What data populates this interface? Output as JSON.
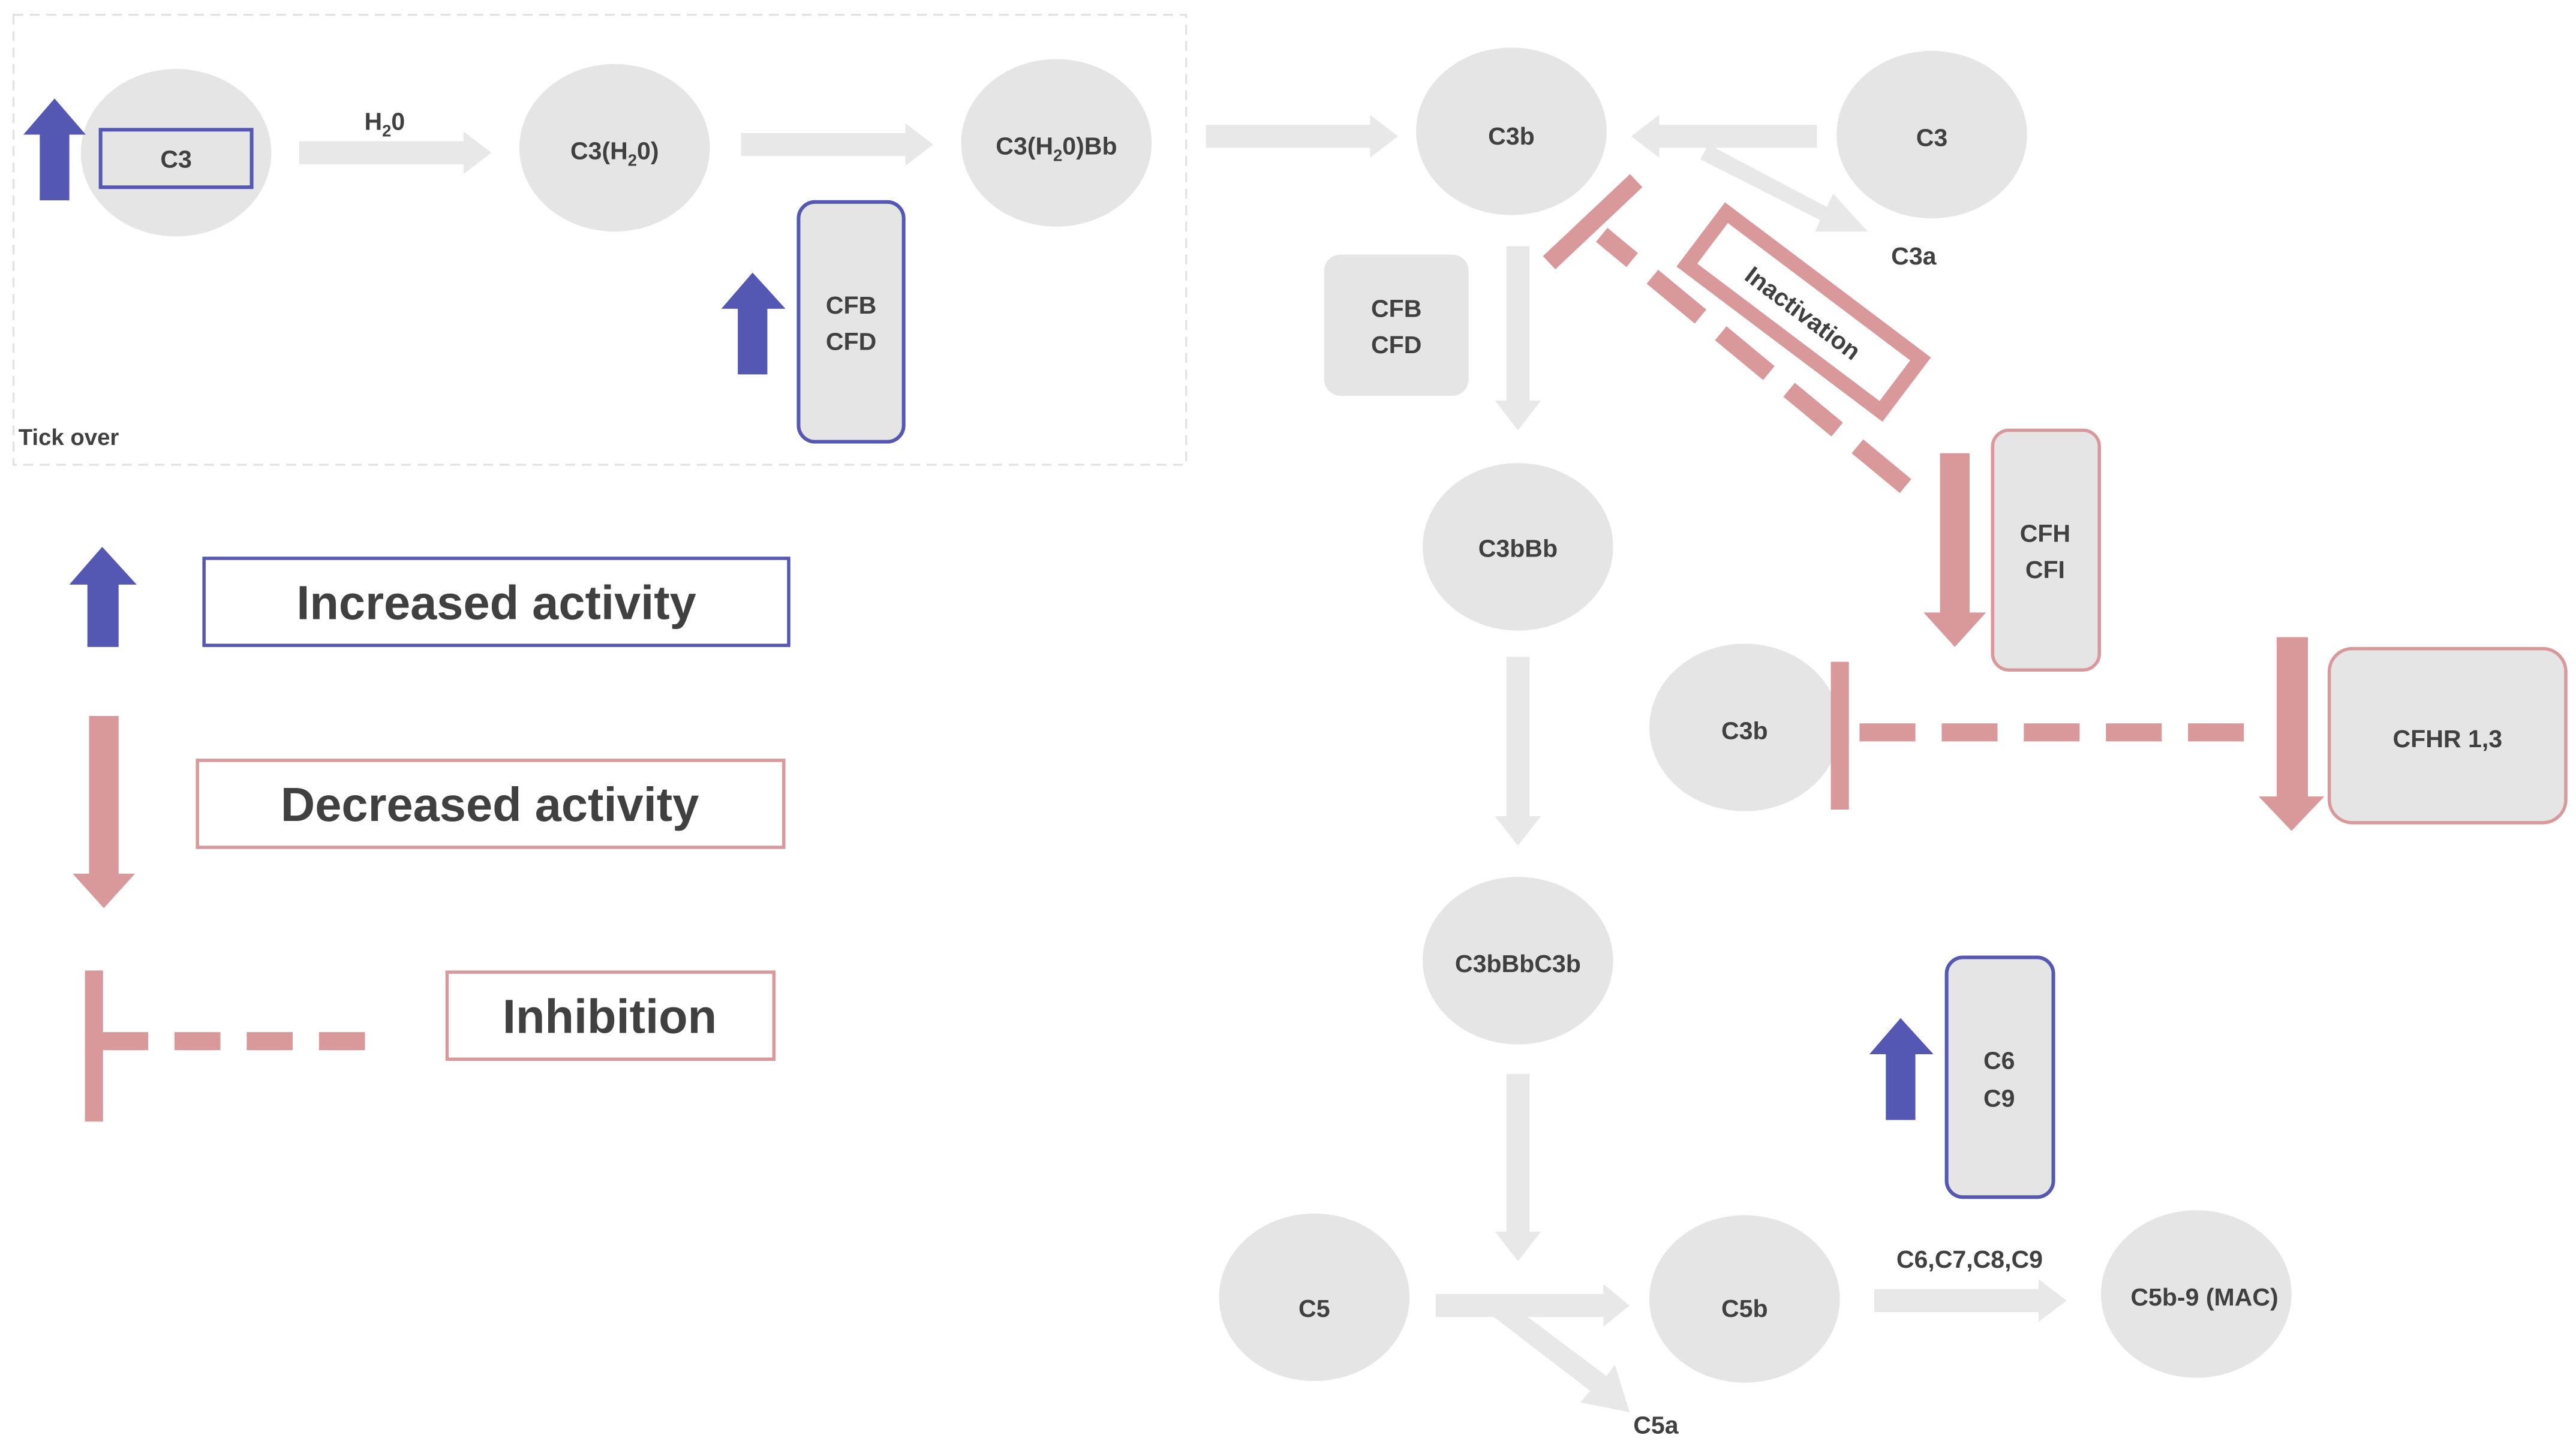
{
  "colors": {
    "node_fill": "#e5e5e5",
    "node_text": "#404040",
    "increase": "#5558b3",
    "decrease": "#d9999b",
    "arrow_gray": "#e5e5e5"
  },
  "tick_over_label": "Tick over",
  "nodes": {
    "c3_tick": "C3",
    "h2o_label": "H",
    "h2o_sub": "2",
    "h2o_end": "0",
    "c3h2o_a": "C3(H",
    "c3h2o_sub": "2",
    "c3h2o_b": "0)",
    "c3h2obb_a": "C3(H",
    "c3h2obb_sub": "2",
    "c3h2obb_b": "0)Bb",
    "cfb_top": "CFB",
    "cfd_top": "CFD",
    "c3b_top": "C3b",
    "c3_right": "C3",
    "c3a": "C3a",
    "cfb_mid": "CFB",
    "cfd_mid": "CFD",
    "inactivation": "Inactivation",
    "c3bbb": "C3bBb",
    "cfh": "CFH",
    "cfi": "CFI",
    "c3b_mid": "C3b",
    "cfhr": "CFHR 1,3",
    "c3bbbc3b": "C3bBbC3b",
    "c6": "C6",
    "c9": "C9",
    "c5": "C5",
    "c5b": "C5b",
    "c5a": "C5a",
    "c6789": "C6,C7,C8,C9",
    "mac": "C5b-9 (MAC)"
  },
  "legend": {
    "increased": "Increased activity",
    "decreased": "Decreased activity",
    "inhibition": "Inhibition"
  }
}
